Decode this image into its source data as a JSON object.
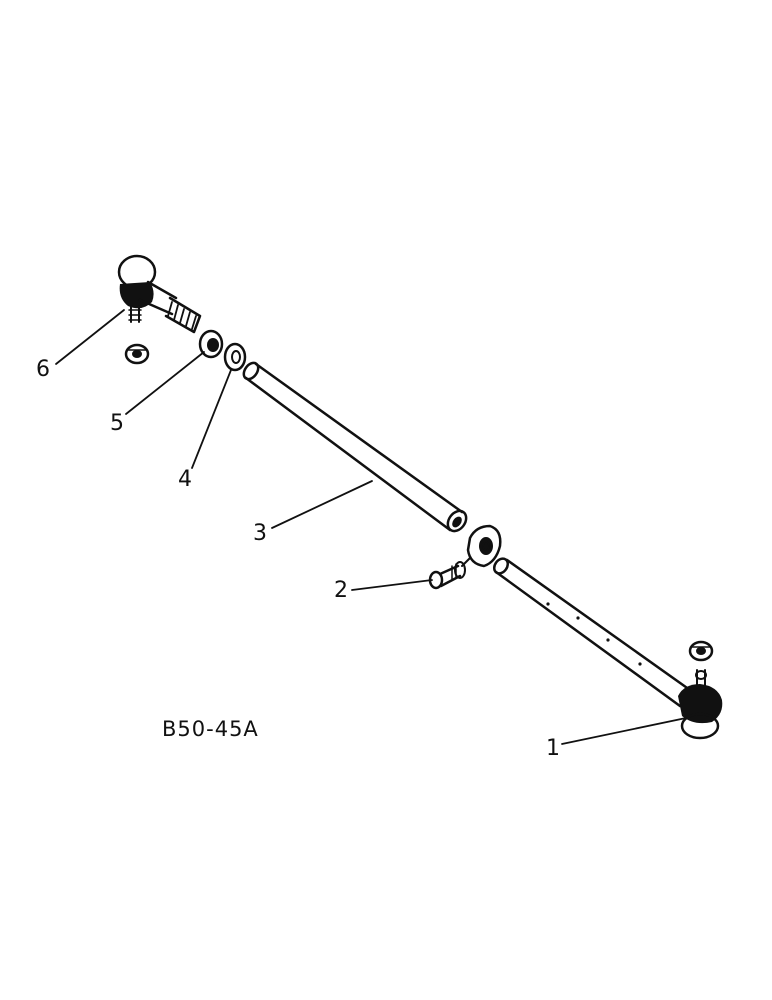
{
  "figure_id": "B50-45A",
  "callouts": {
    "c1": "1",
    "c2": "2",
    "c3": "3",
    "c4": "4",
    "c5": "5",
    "c6": "6"
  },
  "colors": {
    "ink": "#111111",
    "paper": "#ffffff"
  }
}
